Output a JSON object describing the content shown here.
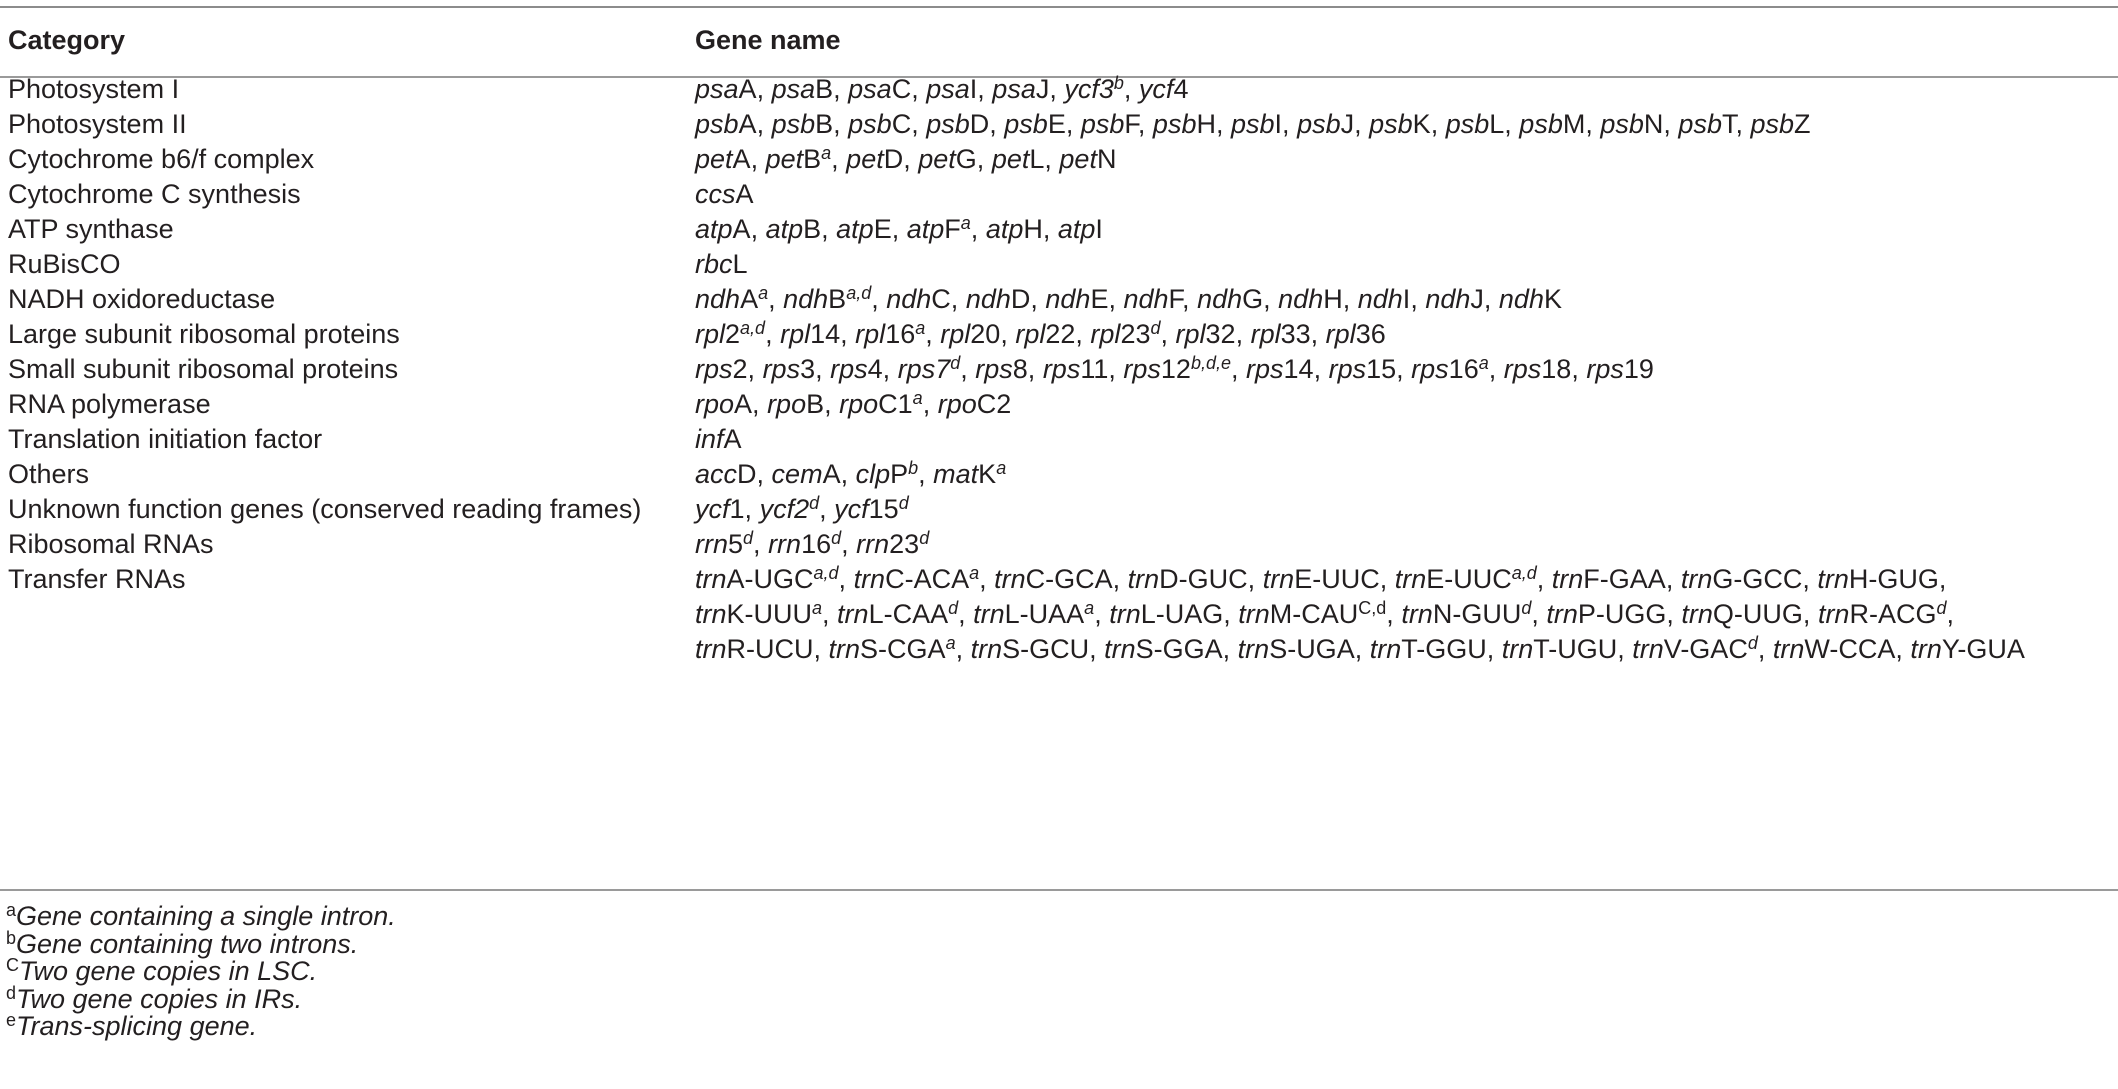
{
  "header": {
    "category": "Category",
    "gene_name": "Gene name"
  },
  "rows": [
    {
      "category": "Photosystem I",
      "lines": [
        [
          {
            "p": "psa",
            "s": "A"
          },
          {
            "p": "psa",
            "s": "B"
          },
          {
            "p": "psa",
            "s": "C"
          },
          {
            "p": "psa",
            "s": "I"
          },
          {
            "p": "psa",
            "s": "J"
          },
          {
            "p": "ycf3",
            "s": "",
            "sup": "b"
          },
          {
            "p": "ycf",
            "s": "4"
          }
        ]
      ]
    },
    {
      "category": "Photosystem II",
      "lines": [
        [
          {
            "p": "psb",
            "s": "A"
          },
          {
            "p": "psb",
            "s": "B"
          },
          {
            "p": "psb",
            "s": "C"
          },
          {
            "p": "psb",
            "s": "D"
          },
          {
            "p": "psb",
            "s": "E"
          },
          {
            "p": "psb",
            "s": "F"
          },
          {
            "p": "psb",
            "s": "H"
          },
          {
            "p": "psb",
            "s": "I"
          },
          {
            "p": "psb",
            "s": "J"
          },
          {
            "p": "psb",
            "s": "K"
          },
          {
            "p": "psb",
            "s": "L"
          },
          {
            "p": "psb",
            "s": "M"
          },
          {
            "p": "psb",
            "s": "N"
          },
          {
            "p": "psb",
            "s": "T"
          },
          {
            "p": "psb",
            "s": "Z"
          }
        ]
      ]
    },
    {
      "category": "Cytochrome b6/f complex",
      "lines": [
        [
          {
            "p": "pet",
            "s": "A"
          },
          {
            "p": "pet",
            "s": "B",
            "sup": "a"
          },
          {
            "p": "pet",
            "s": "D"
          },
          {
            "p": "pet",
            "s": "G"
          },
          {
            "p": "pet",
            "s": "L"
          },
          {
            "p": "pet",
            "s": "N"
          }
        ]
      ]
    },
    {
      "category": "Cytochrome C synthesis",
      "lines": [
        [
          {
            "p": "ccs",
            "s": "A"
          }
        ]
      ]
    },
    {
      "category": "ATP synthase",
      "lines": [
        [
          {
            "p": "atp",
            "s": "A"
          },
          {
            "p": "atp",
            "s": "B"
          },
          {
            "p": "atp",
            "s": "E"
          },
          {
            "p": "atp",
            "s": "F",
            "sup": "a"
          },
          {
            "p": "atp",
            "s": "H"
          },
          {
            "p": "atp",
            "s": "I"
          }
        ]
      ]
    },
    {
      "category": "RuBisCO",
      "lines": [
        [
          {
            "p": "rbc",
            "s": "L"
          }
        ]
      ]
    },
    {
      "category": "NADH oxidoreductase",
      "lines": [
        [
          {
            "p": "ndh",
            "s": "A",
            "sup": "a"
          },
          {
            "p": "ndh",
            "s": "B",
            "sup": "a,d"
          },
          {
            "p": "ndh",
            "s": "C"
          },
          {
            "p": "ndh",
            "s": "D"
          },
          {
            "p": "ndh",
            "s": "E"
          },
          {
            "p": "ndh",
            "s": "F"
          },
          {
            "p": "ndh",
            "s": "G"
          },
          {
            "p": "ndh",
            "s": "H"
          },
          {
            "p": "ndh",
            "s": "I"
          },
          {
            "p": "ndh",
            "s": "J"
          },
          {
            "p": "ndh",
            "s": "K"
          }
        ]
      ]
    },
    {
      "category": "Large subunit ribosomal proteins",
      "lines": [
        [
          {
            "p": "rpl",
            "s": "2",
            "sup": "a,d"
          },
          {
            "p": "rpl",
            "s": "14"
          },
          {
            "p": "rpl",
            "s": "16",
            "sup": "a"
          },
          {
            "p": "rpl",
            "s": "20"
          },
          {
            "p": "rpl",
            "s": "22"
          },
          {
            "p": "rpl",
            "s": "23",
            "sup": "d"
          },
          {
            "p": "rpl",
            "s": "32"
          },
          {
            "p": "rpl",
            "s": "33"
          },
          {
            "p": "rpl",
            "s": "36"
          }
        ]
      ]
    },
    {
      "category": "Small subunit ribosomal proteins",
      "lines": [
        [
          {
            "p": "rps",
            "s": "2"
          },
          {
            "p": "rps",
            "s": "3"
          },
          {
            "p": "rps",
            "s": "4"
          },
          {
            "p": "rps7",
            "s": "",
            "sup": "d"
          },
          {
            "p": "rps",
            "s": "8"
          },
          {
            "p": "rps",
            "s": "11"
          },
          {
            "p": "rps",
            "s": "12",
            "sup": "b,d,e"
          },
          {
            "p": "rps",
            "s": "14"
          },
          {
            "p": "rps",
            "s": "15"
          },
          {
            "p": "rps",
            "s": "16",
            "sup": "a"
          },
          {
            "p": "rps",
            "s": "18"
          },
          {
            "p": "rps",
            "s": "19"
          }
        ]
      ]
    },
    {
      "category": "RNA polymerase",
      "lines": [
        [
          {
            "p": "rpo",
            "s": "A"
          },
          {
            "p": "rpo",
            "s": "B"
          },
          {
            "p": "rpo",
            "s": "C1",
            "sup": "a"
          },
          {
            "p": "rpo",
            "s": "C2"
          }
        ]
      ]
    },
    {
      "category": "Translation initiation factor",
      "lines": [
        [
          {
            "p": "inf",
            "s": "A"
          }
        ]
      ]
    },
    {
      "category": "Others",
      "lines": [
        [
          {
            "p": "acc",
            "s": "D"
          },
          {
            "p": "cem",
            "s": "A"
          },
          {
            "p": "clp",
            "s": "P",
            "sup": "b"
          },
          {
            "p": "mat",
            "s": "K",
            "sup": "a"
          }
        ]
      ]
    },
    {
      "category": "Unknown function genes (conserved reading frames)",
      "lines": [
        [
          {
            "p": "ycf",
            "s": "1"
          },
          {
            "p": "ycf2",
            "s": "",
            "sup": "d"
          },
          {
            "p": "ycf",
            "s": "15",
            "sup": "d"
          }
        ]
      ]
    },
    {
      "category": "Ribosomal RNAs",
      "lines": [
        [
          {
            "p": "rrn",
            "s": "5",
            "sup": "d"
          },
          {
            "p": "rrn",
            "s": "16",
            "sup": "d"
          },
          {
            "p": "rrn",
            "s": "23",
            "sup": "d"
          }
        ]
      ]
    },
    {
      "category": "Transfer RNAs",
      "lines": [
        [
          {
            "p": "trn",
            "s": "A-UGC",
            "sup": "a,d"
          },
          {
            "p": "trn",
            "s": "C-ACA",
            "sup": "a"
          },
          {
            "p": "trn",
            "s": "C-GCA"
          },
          {
            "p": "trn",
            "s": "D-GUC"
          },
          {
            "p": "trn",
            "s": "E-UUC"
          },
          {
            "p": "trn",
            "s": "E-UUC",
            "sup": "a,d"
          },
          {
            "p": "trn",
            "s": "F-GAA"
          },
          {
            "p": "trn",
            "s": "G-GCC"
          },
          {
            "p": "trn",
            "s": "H-GUG"
          }
        ],
        [
          {
            "p": "trn",
            "s": "K-UUU",
            "sup": "a"
          },
          {
            "p": "trn",
            "s": "L-CAA",
            "sup": "d"
          },
          {
            "p": "trn",
            "s": "L-UAA",
            "sup": "a"
          },
          {
            "p": "trn",
            "s": "L-UAG"
          },
          {
            "p": "trn",
            "s": "M-CAU",
            "sup": "C,d"
          },
          {
            "p": "trn",
            "s": "N-GUU",
            "sup": "d"
          },
          {
            "p": "trn",
            "s": "P-UGG"
          },
          {
            "p": "trn",
            "s": "Q-UUG"
          },
          {
            "p": "trn",
            "s": "R-ACG",
            "sup": "d"
          }
        ],
        [
          {
            "p": "trn",
            "s": "R-UCU"
          },
          {
            "p": "trn",
            "s": "S-CGA",
            "sup": "a"
          },
          {
            "p": "trn",
            "s": "S-GCU"
          },
          {
            "p": "trn",
            "s": "S-GGA"
          },
          {
            "p": "trn",
            "s": "S-UGA"
          },
          {
            "p": "trn",
            "s": "T-GGU"
          },
          {
            "p": "trn",
            "s": "T-UGU"
          },
          {
            "p": "trn",
            "s": "V-GAC",
            "sup": "d"
          },
          {
            "p": "trn",
            "s": "W-CCA"
          },
          {
            "p": "trn",
            "s": "Y-GUA"
          }
        ]
      ]
    }
  ],
  "footnotes": [
    {
      "mark": "a",
      "text": "Gene containing a single intron."
    },
    {
      "mark": "b",
      "text": "Gene containing two introns."
    },
    {
      "mark": "C",
      "text": "Two gene copies in LSC."
    },
    {
      "mark": "d",
      "text": "Two gene copies in IRs."
    },
    {
      "mark": "e",
      "text": "Trans-splicing gene."
    }
  ]
}
